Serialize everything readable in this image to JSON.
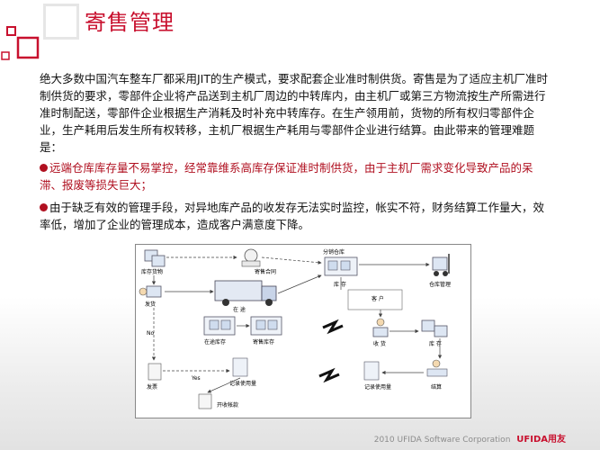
{
  "slide": {
    "title": "寄售管理",
    "paragraph": "绝大多数中国汽车整车厂都采用JIT的生产模式，要求配套企业准时制供货。寄售是为了适应主机厂准时制供货的要求，零部件企业将产品送到主机厂周边的中转库内，由主机厂或第三方物流按生产所需进行准时制配送，零部件企业根据生产消耗及时补充中转库存。在生产领用前，货物的所有权归零部件企业，生产耗用后发生所有权转移，主机厂根据生产耗用与零部件企业进行结算。由此带来的管理难题是：",
    "bullets": [
      "远端仓库库存量不易掌控，经常靠维系高库存保证准时制供货，由于主机厂需求变化导致产品的呆滞、报废等损失巨大；",
      "由于缺乏有效的管理手段，对异地库产品的收发存无法实时监控，帐实不符，财务结算工作量大，效率低，增加了企业的管理成本，造成客户满意度下降。"
    ]
  },
  "diagram": {
    "labels": {
      "inventory_goods": "库存货物",
      "consign_contract": "寄售合同",
      "branch_warehouse": "分销仓库",
      "warehouse_stock": "库 存",
      "warehouse_mgmt": "仓库管理",
      "ship": "发货",
      "no": "No",
      "in_transit": "在 途",
      "customer": "客 户",
      "transit_stock": "在途库存",
      "consign_stock": "寄售库存",
      "receive": "收 货",
      "cust_stock": "库 存",
      "yes": "Yes",
      "ship_doc": "发票",
      "usage_record": "记录使用量",
      "usage_record2": "记录使用量",
      "invoice": "开收帐款",
      "settle": "结算"
    }
  },
  "footer": {
    "copyright": "2010 UFIDA Software Corporation",
    "brand": "UFIDA用友"
  },
  "colors": {
    "accent": "#c8102e",
    "bullet_red": "#b01020"
  }
}
